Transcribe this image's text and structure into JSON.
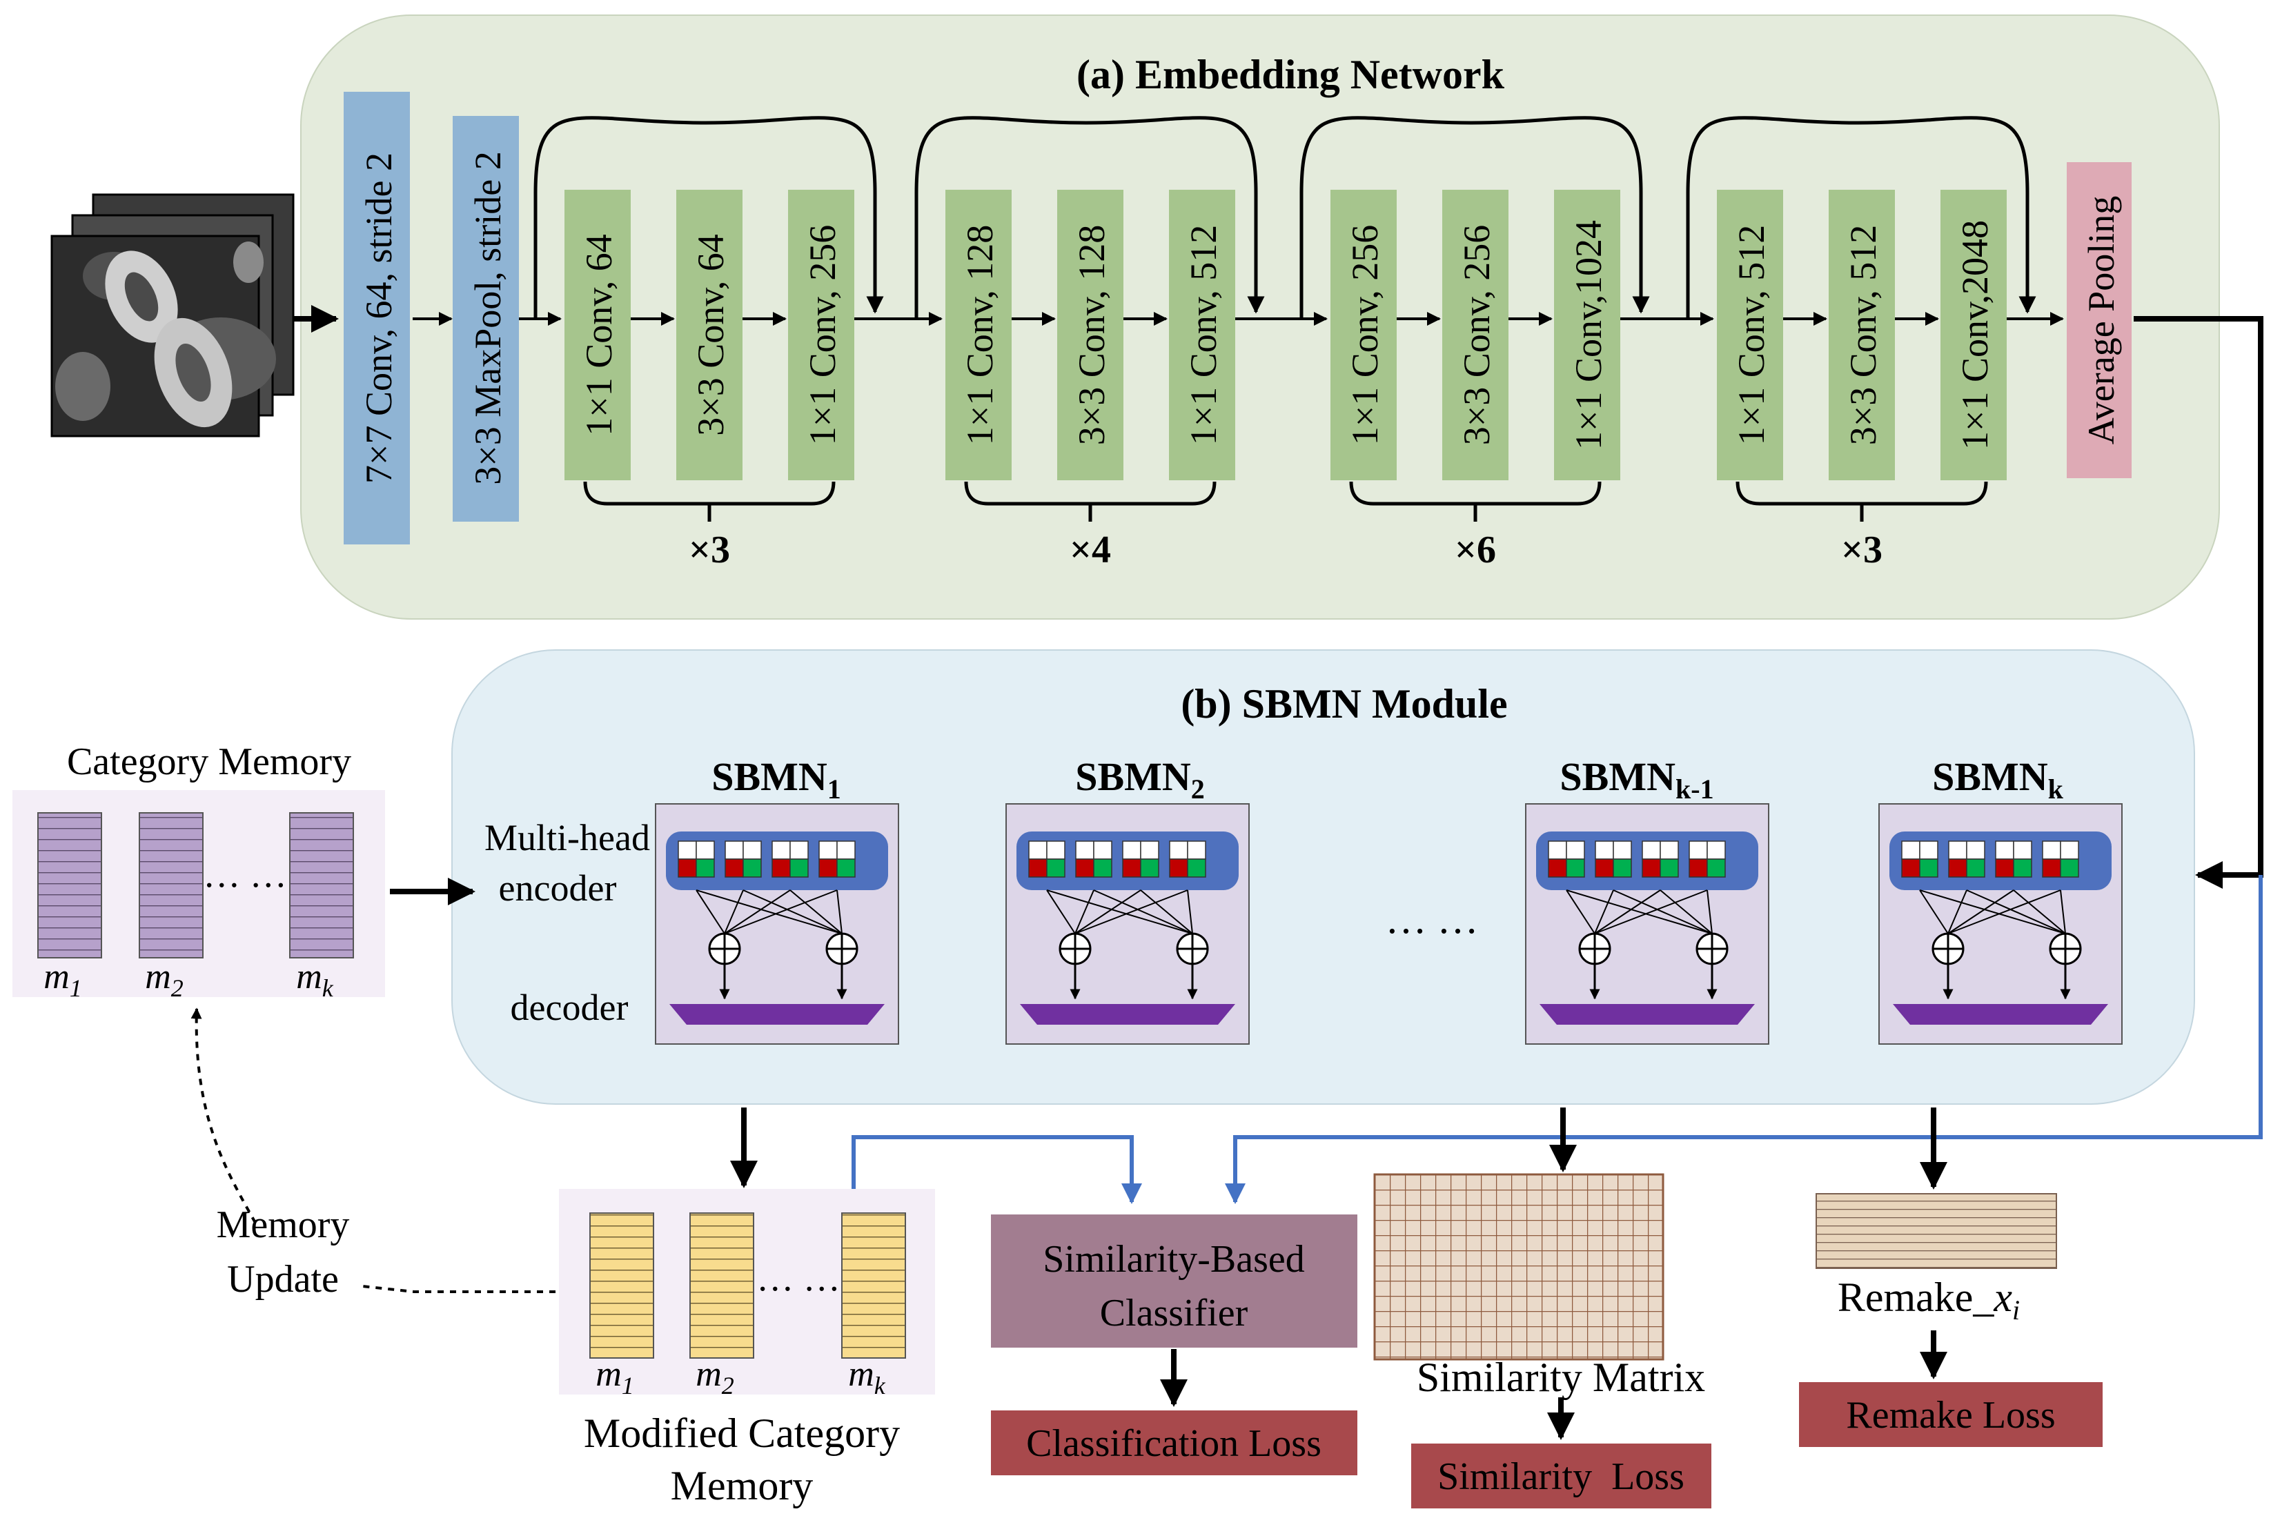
{
  "embedding": {
    "title": "(a) Embedding Network",
    "conv7": "7×7 Conv, 64, stride 2",
    "maxpool": "3×3 MaxPool, stride 2",
    "avgpool": "Average Pooling",
    "stages": [
      {
        "layers": [
          "1×1 Conv, 64",
          "3×3 Conv, 64",
          "1×1 Conv, 256"
        ],
        "repeat": "×3"
      },
      {
        "layers": [
          "1×1 Conv, 128",
          "3×3 Conv, 128",
          "1×1 Conv, 512"
        ],
        "repeat": "×4"
      },
      {
        "layers": [
          "1×1 Conv, 256",
          "3×3 Conv, 256",
          "1×1 Conv,1024"
        ],
        "repeat": "×6"
      },
      {
        "layers": [
          "1×1 Conv, 512",
          "3×3 Conv, 512",
          "1×1 Conv,2048"
        ],
        "repeat": "×3"
      }
    ]
  },
  "sbmn": {
    "title": "(b) SBMN Module",
    "multihead": [
      "Multi-head",
      "encoder"
    ],
    "decoder": "decoder",
    "dots": "… …",
    "units": [
      {
        "name": "SBMN",
        "sub": "1"
      },
      {
        "name": "SBMN",
        "sub": "2"
      },
      {
        "name": "SBMN",
        "sub": "k-1"
      },
      {
        "name": "SBMN",
        "sub": "k"
      }
    ]
  },
  "category_memory": {
    "title": "Category Memory",
    "dots": "… …",
    "labels": [
      {
        "m": "m",
        "sub": "1"
      },
      {
        "m": "m",
        "sub": "2"
      },
      {
        "m": "m",
        "sub": "k"
      }
    ]
  },
  "modified_memory": {
    "title": [
      "Modified Category",
      "Memory"
    ],
    "dots": "… …",
    "labels": [
      {
        "m": "m",
        "sub": "1"
      },
      {
        "m": "m",
        "sub": "2"
      },
      {
        "m": "m",
        "sub": "k"
      }
    ]
  },
  "memory_update": [
    "Memory",
    "Update"
  ],
  "classifier": [
    "Similarity-Based",
    "Classifier"
  ],
  "classification_loss": "Classification Loss",
  "similarity_matrix": "Similarity Matrix",
  "similarity_loss": "Similarity  Loss",
  "remake": {
    "prefix": "Remake_",
    "var": "x",
    "sub": "i"
  },
  "remake_loss": "Remake Loss",
  "colors": {
    "embedding_bg": "#e4ebdc",
    "sbmn_bg": "#e3eff5",
    "memory_bg": "#f4eef7",
    "conv_blue": "#8fb4d4",
    "conv_green": "#a6c58d",
    "pool_pink": "#deaab5",
    "sbmn_box": "#ddd6e8",
    "encoder_blue": "#4f71be",
    "decoder_purple": "#7030a0",
    "memory_purple": "#b6a1cb",
    "memory_yellow": "#f8dc8e",
    "classifier": "#a27d90",
    "loss_red": "#a8494c",
    "remake_tan": "#e8d5bc",
    "matrix_fill": "#eadaca",
    "matrix_line": "#8e5a3e",
    "blue_line": "#4472c4",
    "red_cell": "#c00000",
    "green_cell": "#00b050"
  }
}
